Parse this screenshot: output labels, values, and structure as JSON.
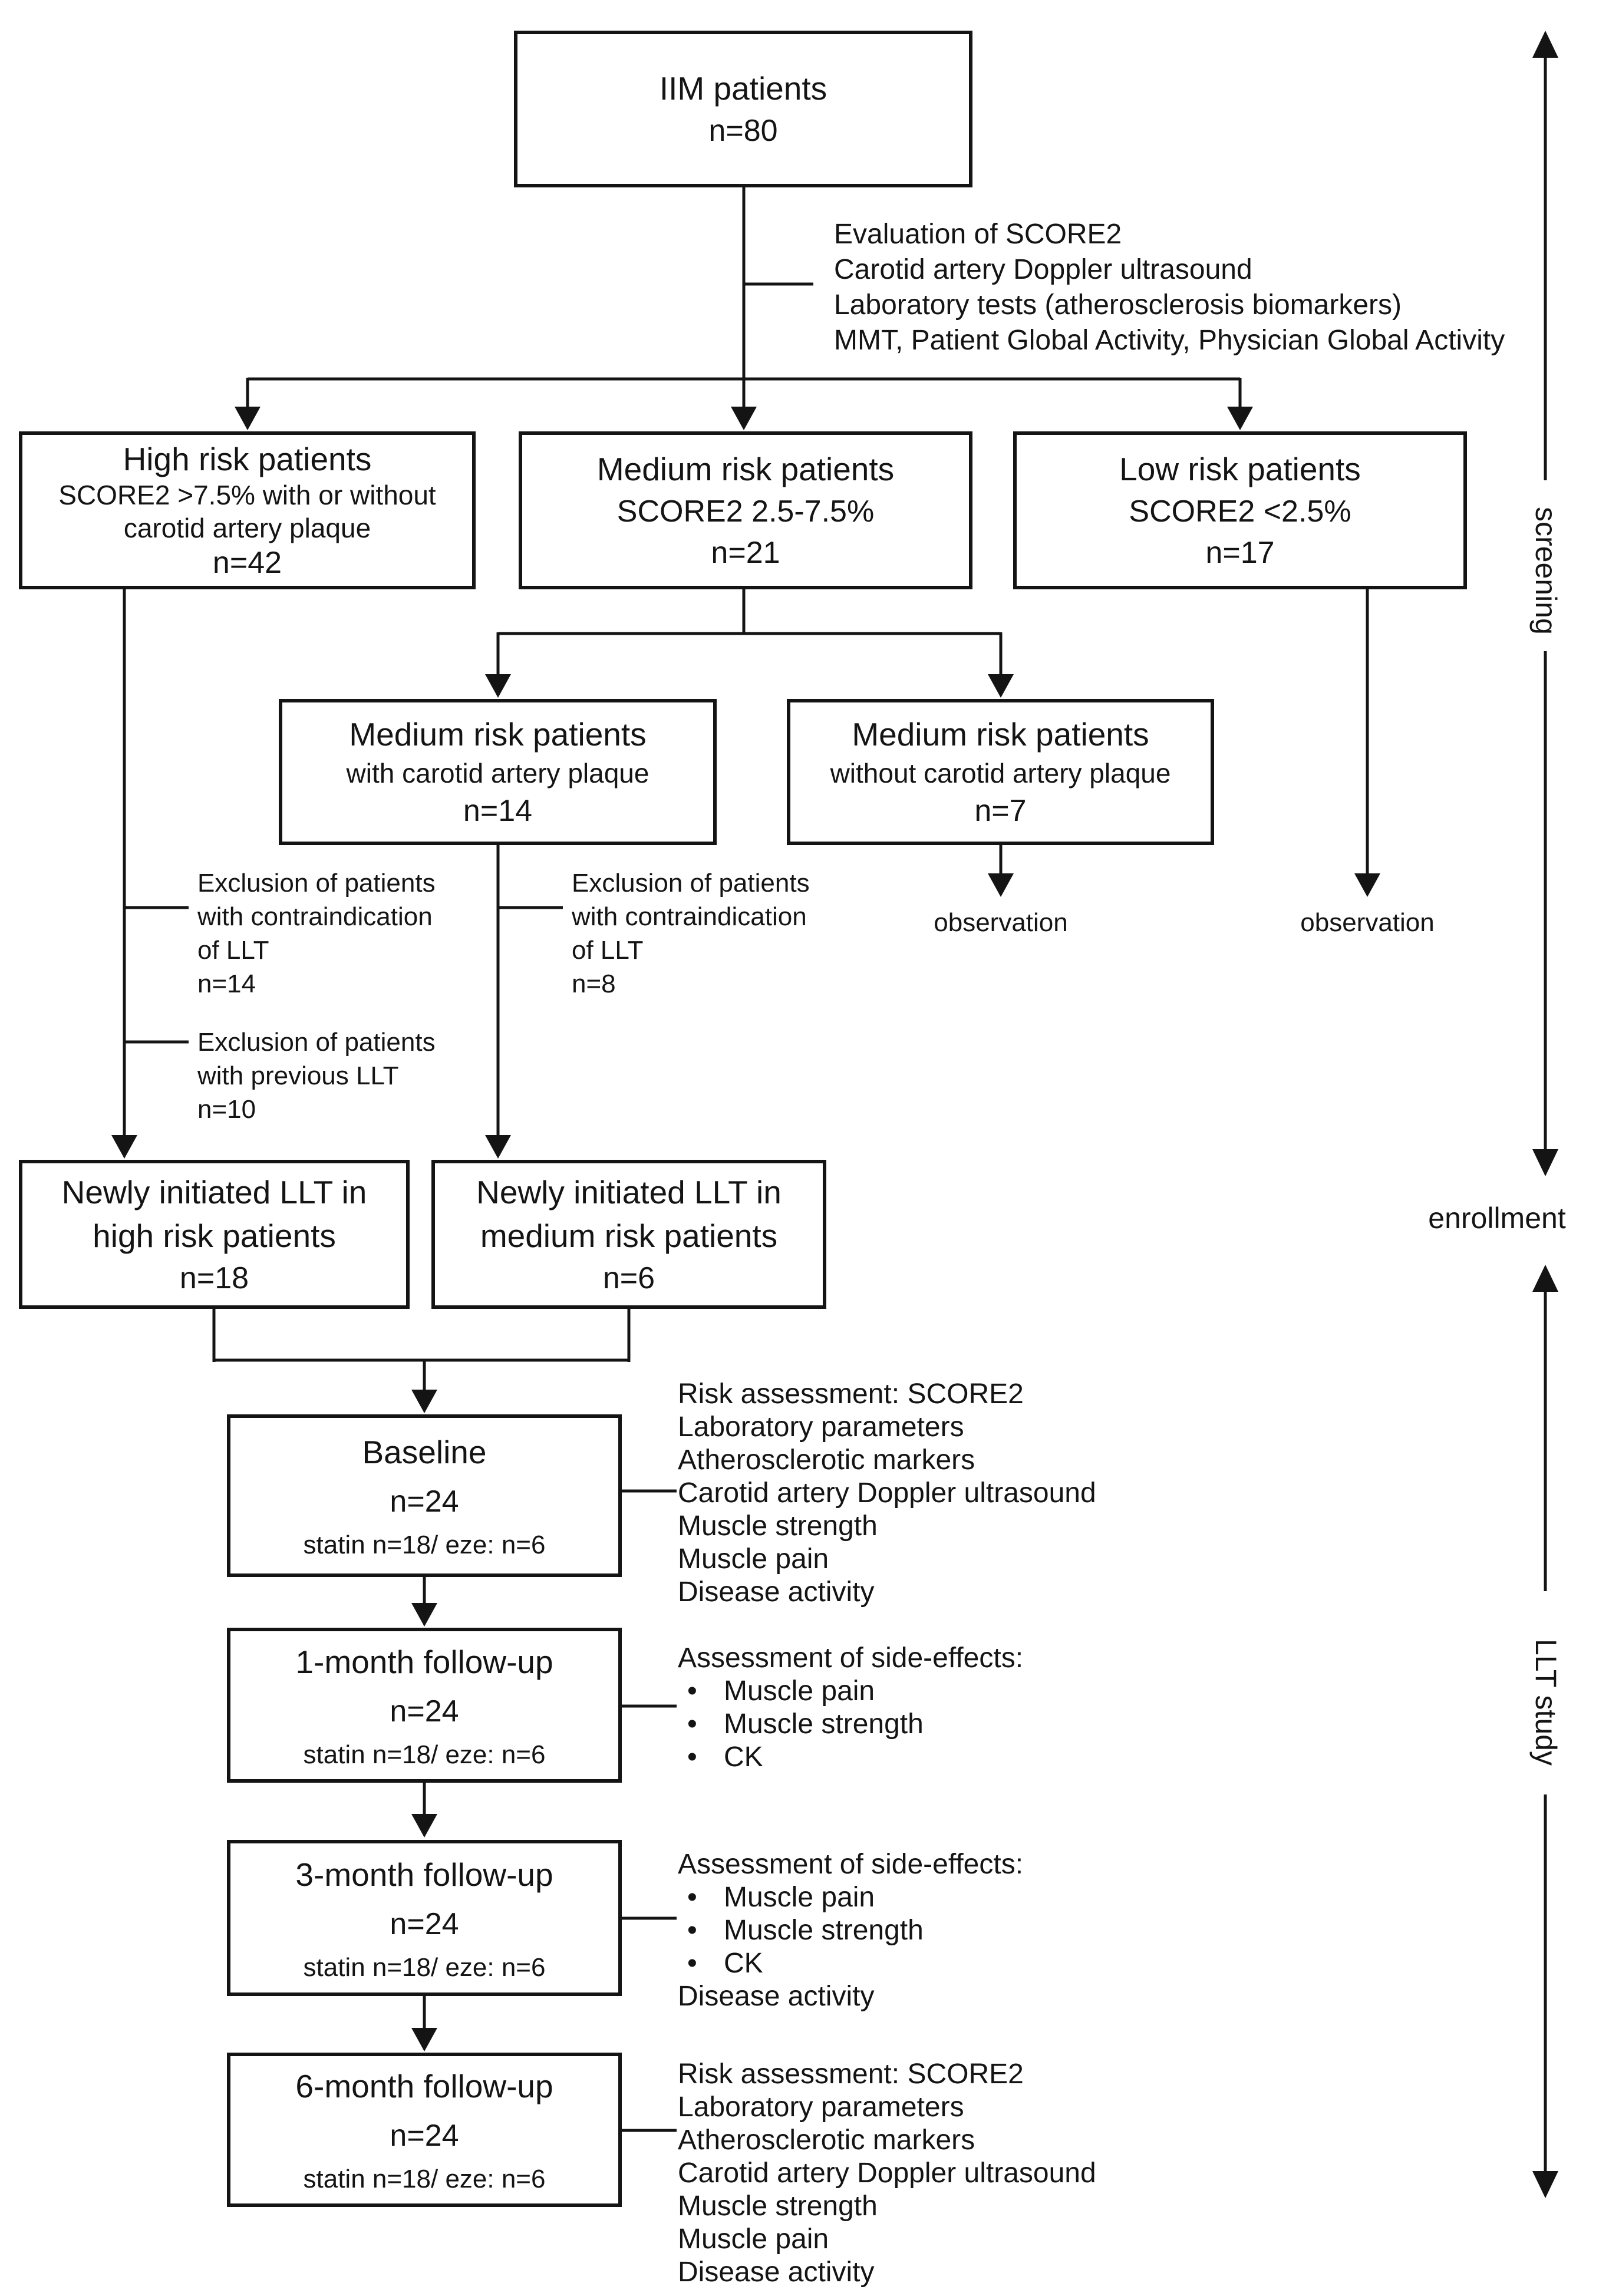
{
  "figure": {
    "background": "#ffffff",
    "line_color": "#141414"
  },
  "boxes": {
    "iim": {
      "title": "IIM patients",
      "n": "n=80"
    },
    "high_risk": {
      "title": "High risk patients",
      "subtitle1": "SCORE2 >7.5% with or without",
      "subtitle2": "carotid artery plaque",
      "n": "n=42"
    },
    "medium_risk": {
      "title": "Medium risk patients",
      "subtitle1": "SCORE2 2.5-7.5%",
      "n": "n=21"
    },
    "low_risk": {
      "title": "Low risk patients",
      "subtitle1": "SCORE2 <2.5%",
      "n": "n=17"
    },
    "medium_with_plaque": {
      "title": "Medium risk patients",
      "subtitle1": "with carotid artery plaque",
      "n": "n=14"
    },
    "medium_without_plaque": {
      "title": "Medium risk patients",
      "subtitle1": "without carotid artery plaque",
      "n": "n=7"
    },
    "llt_high": {
      "line1": "Newly initiated LLT in",
      "line2": "high risk patients",
      "n": "n=18"
    },
    "llt_medium": {
      "line1": "Newly initiated LLT in",
      "line2": "medium risk patients",
      "n": "n=6"
    },
    "baseline": {
      "title": "Baseline",
      "n": "n=24",
      "subtitle": "statin n=18/ eze: n=6"
    },
    "month1": {
      "title": "1-month follow-up",
      "n": "n=24",
      "subtitle": "statin n=18/ eze: n=6"
    },
    "month3": {
      "title": "3-month follow-up",
      "n": "n=24",
      "subtitle": "statin n=18/ eze: n=6"
    },
    "month6": {
      "title": "6-month follow-up",
      "n": "n=24",
      "subtitle": "statin n=18/ eze: n=6"
    }
  },
  "annotations": {
    "evaluation": {
      "line1": "Evaluation of SCORE2",
      "line2": "Carotid artery Doppler ultrasound",
      "line3": "Laboratory tests (atherosclerosis biomarkers)",
      "line4": "MMT, Patient Global Activity, Physician Global Activity"
    },
    "exclusion_contra_high": {
      "line1": "Exclusion of patients",
      "line2": "with contraindication",
      "line3": "of LLT",
      "line4": "n=14"
    },
    "exclusion_previous": {
      "line1": "Exclusion of patients",
      "line2": "with previous LLT",
      "line3": "n=10"
    },
    "exclusion_contra_medium": {
      "line1": "Exclusion of patients",
      "line2": "with contraindication",
      "line3": "of LLT",
      "line4": "n=8"
    },
    "observation_medium": "observation",
    "observation_low": "observation",
    "baseline_side": {
      "line1": "Risk assessment: SCORE2",
      "line2": "Laboratory parameters",
      "line3": "Atherosclerotic markers",
      "line4": "Carotid artery Doppler ultrasound",
      "line5": "Muscle strength",
      "line6": "Muscle pain",
      "line7": "Disease activity"
    },
    "month1_side": {
      "header": "Assessment of side-effects:",
      "bullet1": "Muscle pain",
      "bullet2": "Muscle strength",
      "bullet3": "CK"
    },
    "month3_side": {
      "header": "Assessment of side-effects:",
      "bullet1": "Muscle pain",
      "bullet2": "Muscle strength",
      "bullet3": "CK",
      "footer": "Disease activity"
    },
    "month6_side": {
      "line1": "Risk assessment: SCORE2",
      "line2": "Laboratory parameters",
      "line3": "Atherosclerotic markers",
      "line4": "Carotid artery Doppler ultrasound",
      "line5": "Muscle strength",
      "line6": "Muscle pain",
      "line7": "Disease activity"
    }
  },
  "phases": {
    "screening": "screening",
    "enrollment": "enrollment",
    "llt_study": "LLT study"
  }
}
